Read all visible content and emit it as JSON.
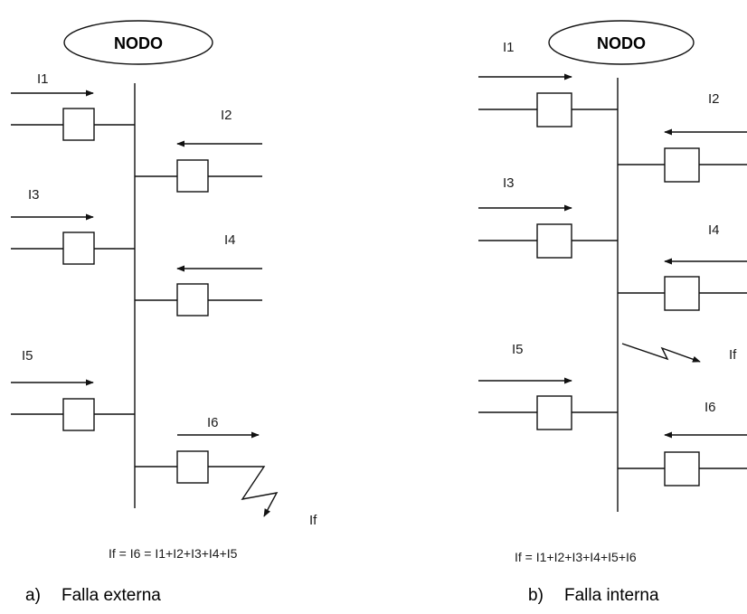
{
  "diagram_a": {
    "node_label": "NODO",
    "currents": [
      "I1",
      "I2",
      "I3",
      "I4",
      "I5",
      "I6"
    ],
    "fault_label": "If",
    "equation": "If = I6 = I1+I2+I3+I4+I5",
    "caption_marker": "a)",
    "caption_text": "Falla externa"
  },
  "diagram_b": {
    "node_label": "NODO",
    "currents": [
      "I1",
      "I2",
      "I3",
      "I4",
      "I5",
      "I6"
    ],
    "fault_label": "If",
    "equation": "If = I1+I2+I3+I4+I5+I6",
    "caption_marker": "b)",
    "caption_text": "Falla interna"
  }
}
